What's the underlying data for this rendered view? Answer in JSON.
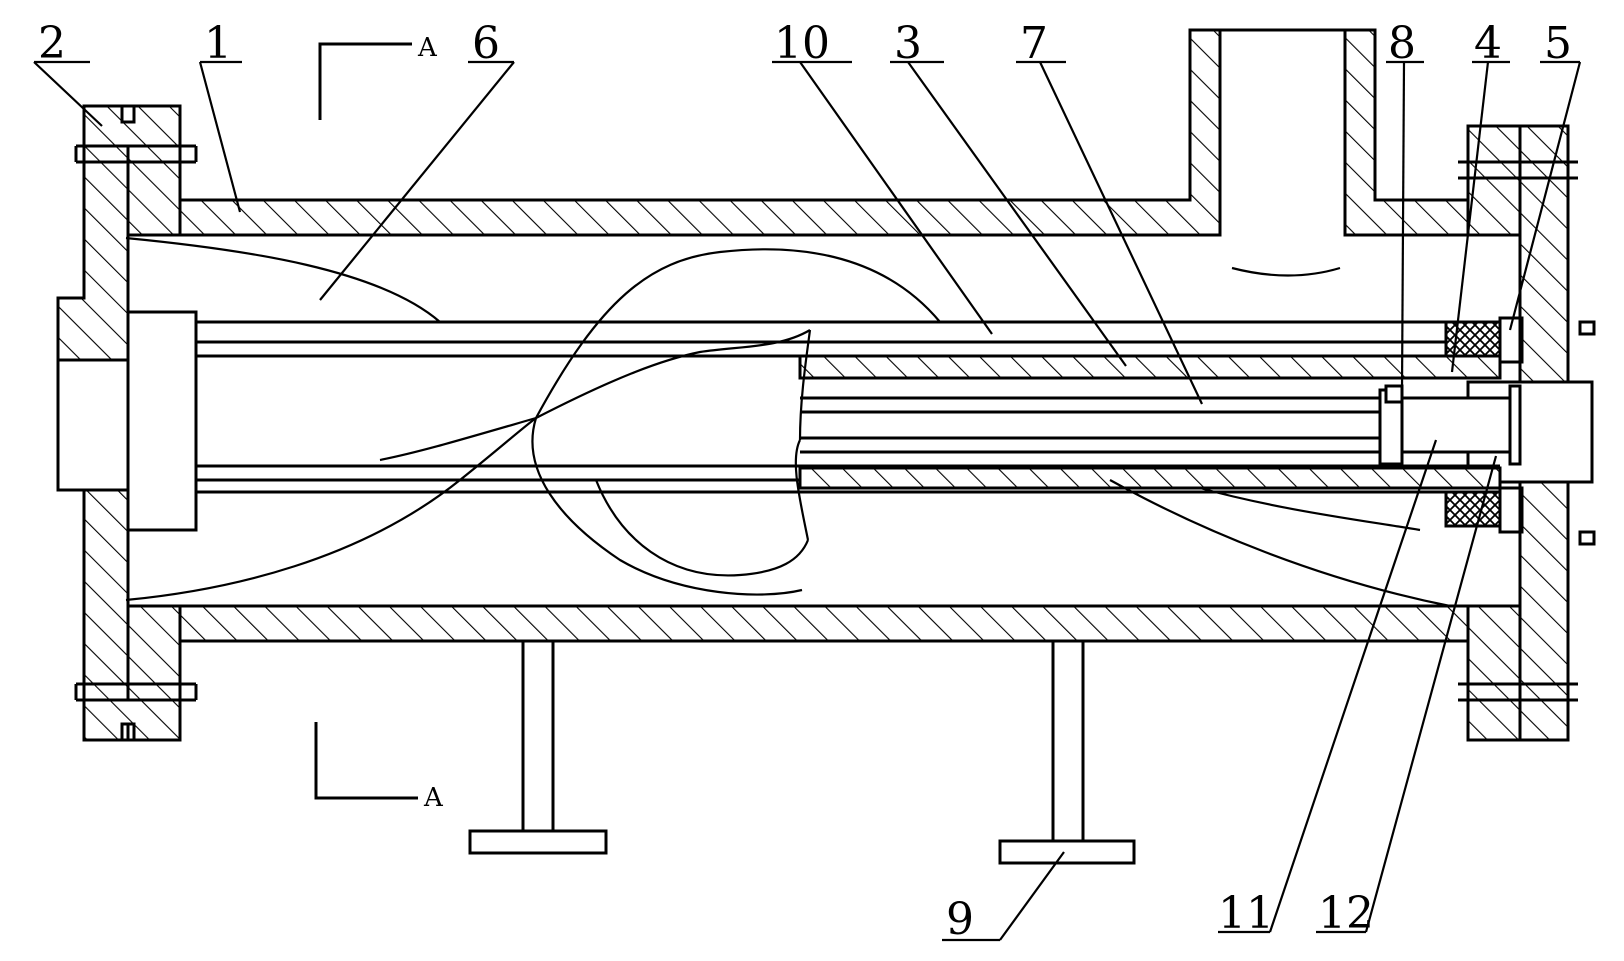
{
  "labels": {
    "l1": "1",
    "l2": "2",
    "l3": "3",
    "l4": "4",
    "l5": "5",
    "l6": "6",
    "l7": "7",
    "l8": "8",
    "l9": "9",
    "l10": "10",
    "l11": "11",
    "l12": "12"
  },
  "section": {
    "top": "A",
    "bottom": "A"
  },
  "colors": {
    "ink": "#000000",
    "paper": "#ffffff"
  }
}
